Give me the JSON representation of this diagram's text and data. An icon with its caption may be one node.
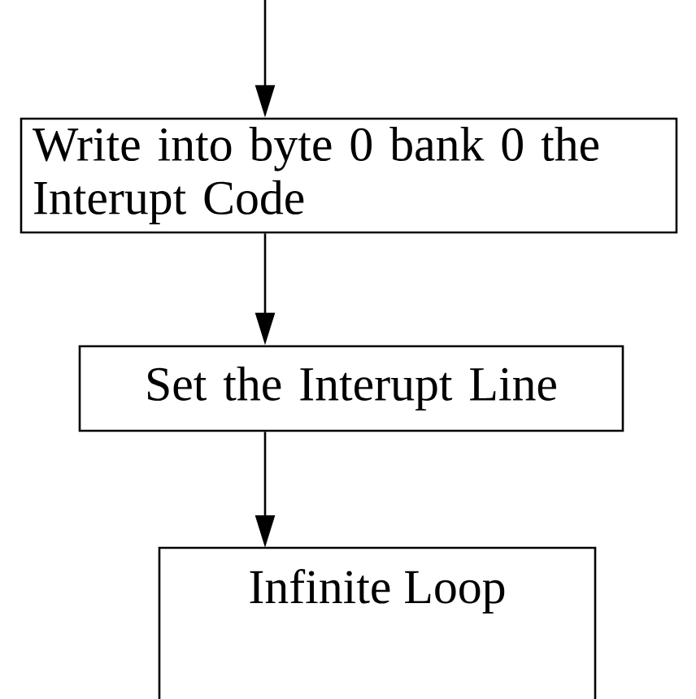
{
  "diagram": {
    "nodes": [
      {
        "text": [
          "Write into byte 0 bank 0 the Interupt Code"
        ]
      },
      {
        "text": [
          "Set the Interupt Line"
        ]
      },
      {
        "text": [
          "Infinite Loop"
        ]
      }
    ],
    "edges": [
      {
        "from": null,
        "to": 0,
        "arrow": "to"
      },
      {
        "from": 0,
        "to": 1,
        "arrow": "to"
      },
      {
        "from": 1,
        "to": 2,
        "arrow": "to"
      }
    ]
  }
}
